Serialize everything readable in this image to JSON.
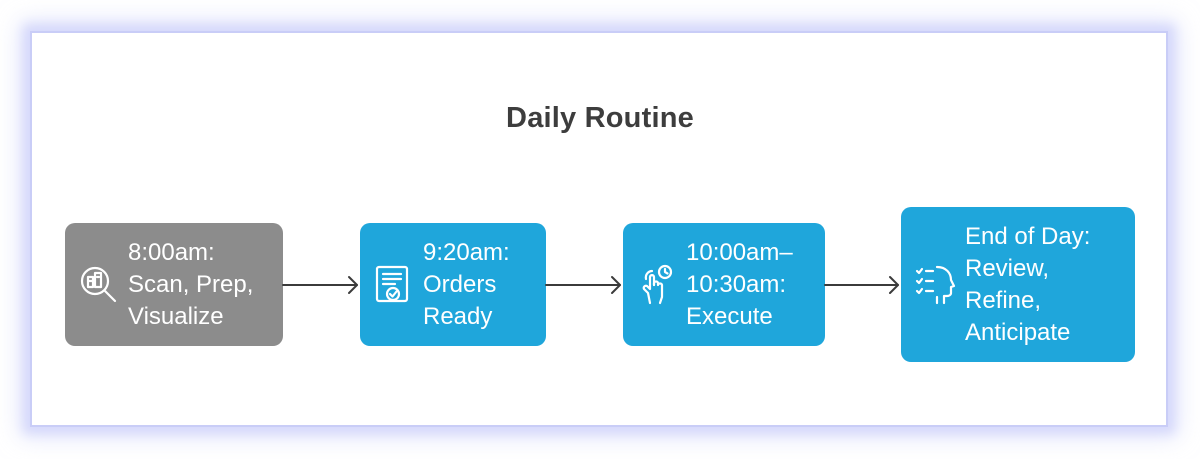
{
  "title": "Daily Routine",
  "steps": [
    {
      "lines": [
        "8:00am:",
        "Scan, Prep,",
        "Visualize"
      ],
      "icon": "magnifier-chart-icon",
      "color": "#8c8c8c"
    },
    {
      "lines": [
        "9:20am:",
        "Orders",
        "Ready"
      ],
      "icon": "certificate-check-icon",
      "color": "#1fa6db"
    },
    {
      "lines": [
        "10:00am–",
        "10:30am:",
        "Execute"
      ],
      "icon": "hand-tap-clock-icon",
      "color": "#1fa6db"
    },
    {
      "lines": [
        "End of Day:",
        "Review,",
        "Refine,",
        "Anticipate"
      ],
      "icon": "head-checklist-icon",
      "color": "#1fa6db"
    }
  ],
  "colors": {
    "gray_node": "#8c8c8c",
    "blue_node": "#1fa6db",
    "arrow": "#3b3b3b",
    "frame_glow": "#c9cdf7"
  }
}
